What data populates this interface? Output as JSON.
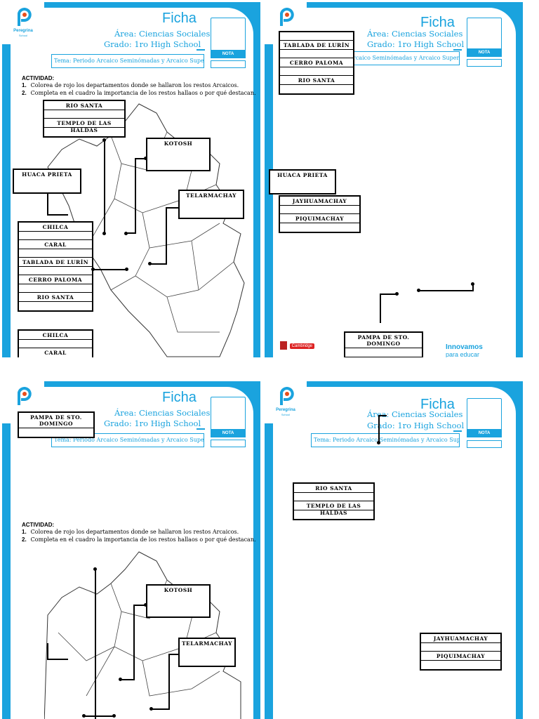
{
  "header": {
    "title": "Ficha",
    "area": "Área: Ciencias Sociales",
    "grado": "Grado: 1ro High School",
    "tema": "Tema: Periodo Arcaico Seminómadas y Arcaico Superior",
    "tema_partial_q2": "rcaico Seminómadas y Arcaico Superior",
    "tema_partial_q4": "Tema: Periodo Arcaico Seminómadas y Arcaico Superior",
    "nota": "NOTA",
    "logo_name": "Peregrina",
    "logo_sub": "School"
  },
  "activity": {
    "heading": "ACTIVIDAD:",
    "items": [
      {
        "num": "1.",
        "text": "Colorea de rojo los departamentos donde se hallaron los restos Arcaicos."
      },
      {
        "num": "2.",
        "text": "Completa en el cuadro la importancia de los restos hallaos o por qué destacan."
      }
    ]
  },
  "labels": {
    "rio_santa": "RIO SANTA",
    "templo": "TEMPLO DE LAS HALDAS",
    "kotosh": "KOTOSH",
    "huaca_prieta": "HUACA PRIETA",
    "telarmachay": "TELARMACHAY",
    "chilca": "CHILCA",
    "caral": "CARAL",
    "tablada": "TABLADA DE LURÍN",
    "cerro_paloma": "CERRO PALOMA",
    "rio_santa_2": "RIO SANTA",
    "jayhuamachay": "JAYHUAMACHAY",
    "piquimachay": "PIQUIMACHAY",
    "pampa": "PAMPA DE STO. DOMINGO"
  },
  "footer": {
    "cambridge": "Cambridge",
    "innovamos": "Innovamos",
    "para_educar": "para educar"
  },
  "colors": {
    "brand_blue": "#1aa3de",
    "black": "#000000",
    "white": "#ffffff"
  }
}
